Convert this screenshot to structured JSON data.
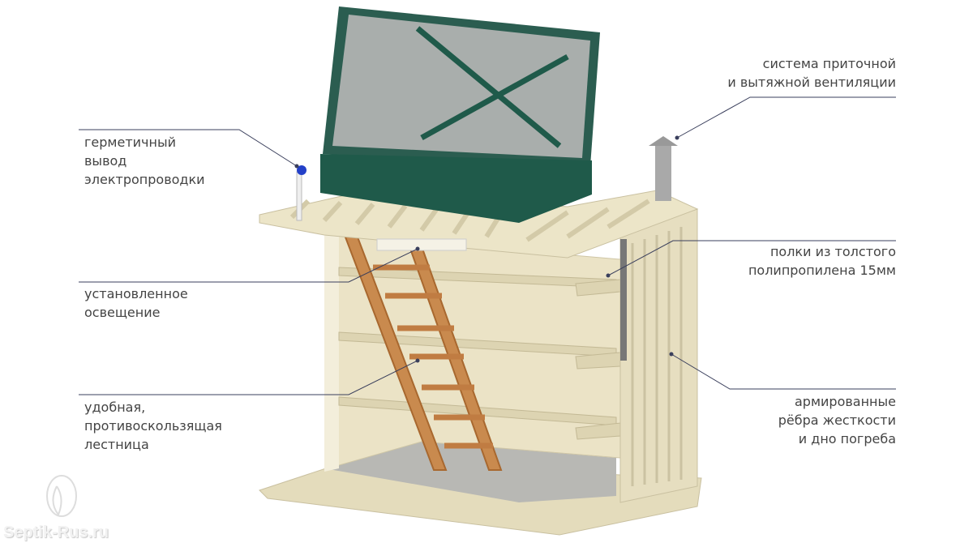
{
  "callouts": {
    "ventilation": [
      "система приточной",
      "и вытяжной вентиляции"
    ],
    "wiring": [
      "герметичный",
      "вывод",
      "электропроводки"
    ],
    "lighting": [
      "установленное",
      "освещение"
    ],
    "shelves": [
      "полки из толстого",
      "полипропилена 15мм"
    ],
    "ladder": [
      "удобная,",
      "противоскользящая",
      "лестница"
    ],
    "ribs": [
      "армированные",
      "рёбра жесткости",
      "и дно погреба"
    ]
  },
  "watermark": "Septik-Rus.ru",
  "colors": {
    "lid": "#1f5a4a",
    "body": "#e8e0c2",
    "ladder": "#c98a4e",
    "text": "#444444",
    "line": "#3a3f5c"
  }
}
